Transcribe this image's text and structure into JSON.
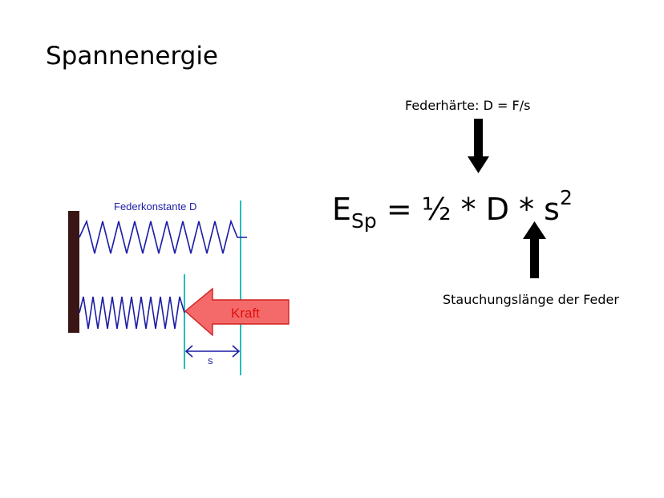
{
  "title": "Spannenergie",
  "annotations": {
    "top": "Federhärte: D = F/s",
    "bottom": "Stauchungslänge der Feder"
  },
  "formula": {
    "base": "E",
    "subscript": "Sp",
    "rhs": " = ½ * D * s",
    "exponent": "2"
  },
  "diagram": {
    "spring_label": "Federkonstante D",
    "force_label": "Kraft",
    "distance_label": "s"
  },
  "colors": {
    "wall": "#3a1515",
    "spring": "#1c1ca6",
    "guide_line": "#27bcbc",
    "arrow_fill": "#f46a6a",
    "arrow_stroke": "#d02020",
    "force_text": "#e01010"
  }
}
